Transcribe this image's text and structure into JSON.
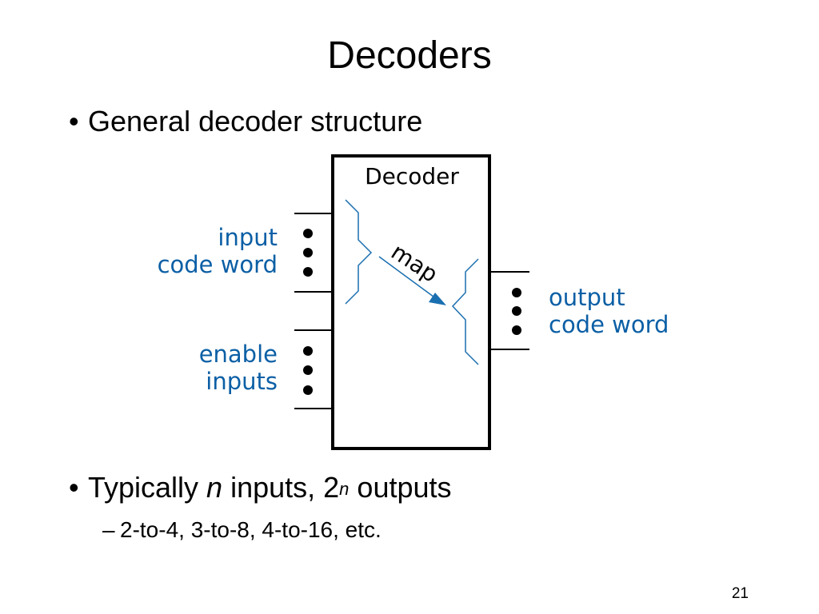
{
  "slide": {
    "title": "Decoders",
    "bullet1": "General decoder structure",
    "bullet2": {
      "prefix": "Typically ",
      "n_italic": "n",
      "middle": " inputs, 2",
      "superscript": "n",
      "suffix": " outputs"
    },
    "subbullet": "2-to-4, 3-to-8, 4-to-16, etc.",
    "slide_number": "21"
  },
  "diagram": {
    "box_label": "Decoder",
    "arrow_label": "map",
    "input_label_line1": "input",
    "input_label_line2": "code word",
    "enable_label_line1": "enable",
    "enable_label_line2": "inputs",
    "output_label_line1": "output",
    "output_label_line2": "code word",
    "label_color": "#0b5fa5",
    "ellipsis_icon": "vertical-dots-icon"
  }
}
